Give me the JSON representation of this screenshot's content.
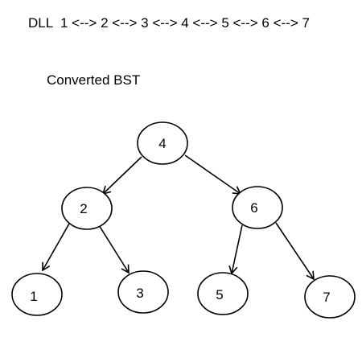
{
  "header": {
    "dll_line": "DLL  1 <--> 2 <--> 3 <--> 4 <--> 5 <--> 6 <--> 7",
    "caption": "Converted BST"
  },
  "tree": {
    "nodes": [
      {
        "id": "n4",
        "label": "4"
      },
      {
        "id": "n2",
        "label": "2"
      },
      {
        "id": "n6",
        "label": "6"
      },
      {
        "id": "n1",
        "label": "1"
      },
      {
        "id": "n3",
        "label": "3"
      },
      {
        "id": "n5",
        "label": "5"
      },
      {
        "id": "n7",
        "label": "7"
      }
    ],
    "edges": [
      {
        "from": "n4",
        "to": "n2"
      },
      {
        "from": "n4",
        "to": "n6"
      },
      {
        "from": "n2",
        "to": "n1"
      },
      {
        "from": "n2",
        "to": "n3"
      },
      {
        "from": "n6",
        "to": "n5"
      },
      {
        "from": "n6",
        "to": "n7"
      }
    ]
  },
  "colors": {
    "stroke": "#000000",
    "node_fill": "#ffffff",
    "background": "#ffffff"
  }
}
